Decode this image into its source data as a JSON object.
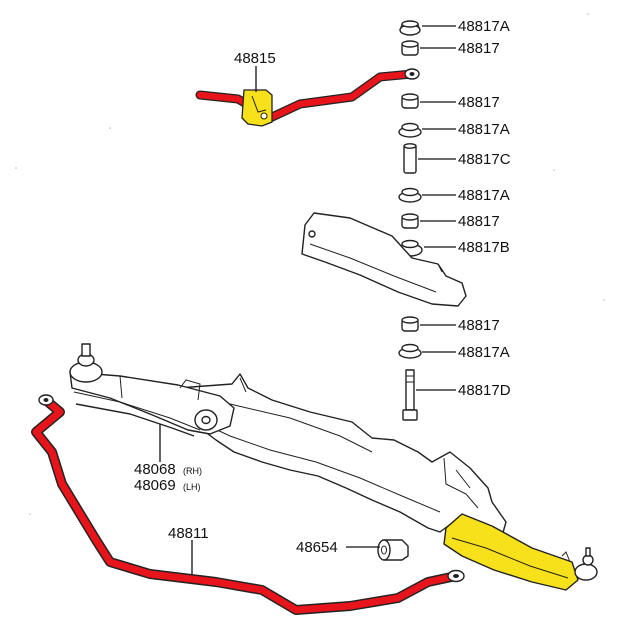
{
  "colors": {
    "highlight_red": "#e8141c",
    "highlight_yellow": "#f7e11b",
    "outline": "#222222",
    "background": "#ffffff"
  },
  "labels": {
    "stack": [
      "48817A",
      "48817",
      "48817",
      "48817A",
      "48817C",
      "48817A",
      "48817",
      "48817B",
      "48817",
      "48817A",
      "48817D"
    ],
    "upper_sway_bar": "48815",
    "control_arm_rh": "48068",
    "control_arm_rh_side": "(RH)",
    "control_arm_lh": "48069",
    "control_arm_lh_side": "(LH)",
    "lower_sway_bar": "48811",
    "end_link_bushing": "48654"
  }
}
